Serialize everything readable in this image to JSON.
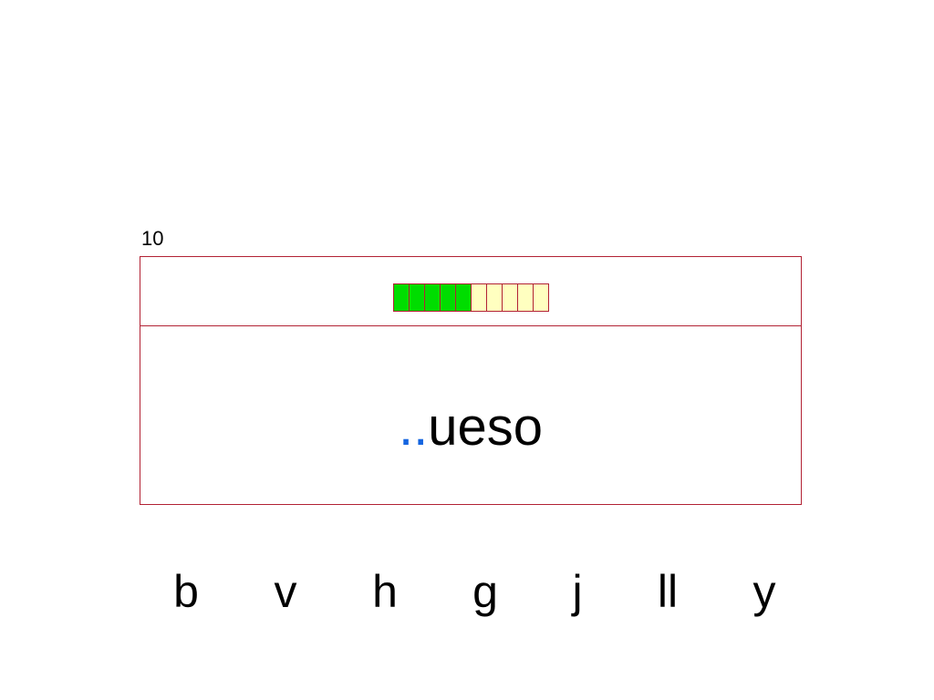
{
  "counter": "10",
  "progress": {
    "total": 10,
    "completed": 5,
    "completed_color": "#00dd00",
    "remaining_color": "#ffffc0",
    "border_color": "#b22234"
  },
  "word": {
    "blank": "..",
    "rest": "ueso"
  },
  "choices": [
    {
      "id": "b",
      "label": "b"
    },
    {
      "id": "v",
      "label": "v"
    },
    {
      "id": "h",
      "label": "h"
    },
    {
      "id": "g",
      "label": "g"
    },
    {
      "id": "j",
      "label": "j"
    },
    {
      "id": "ll",
      "label": "ll"
    },
    {
      "id": "y",
      "label": "y"
    }
  ]
}
